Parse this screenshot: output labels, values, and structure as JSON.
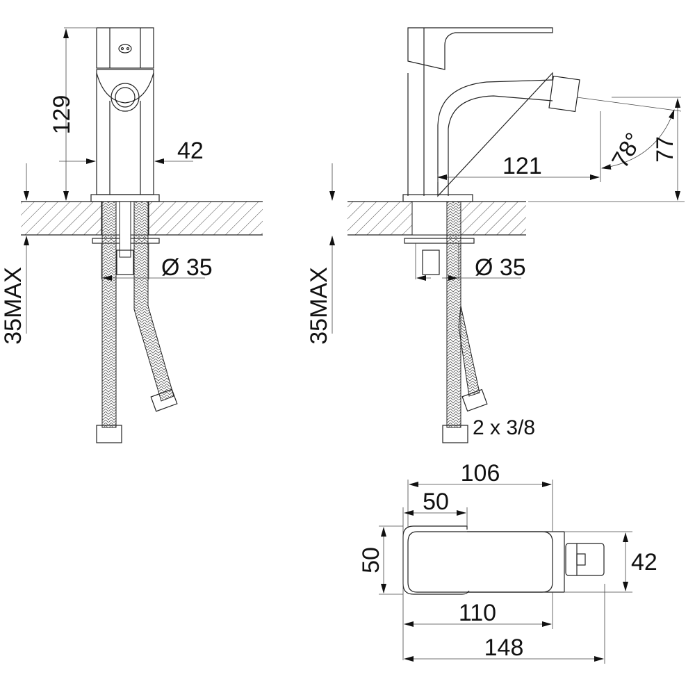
{
  "front_view": {
    "height_label": "129",
    "width_label": "42",
    "hole_label": "Ø 35",
    "max_thickness_label": "35MAX"
  },
  "side_view": {
    "reach_label": "121",
    "angle_label": "78°",
    "spout_height_label": "77",
    "hole_label": "Ø 35",
    "max_thickness_label": "35MAX",
    "connection_label": "2 x 3/8"
  },
  "top_view": {
    "handle_length_label": "106",
    "handle_width_label": "50",
    "depth_label": "50",
    "nozzle_height_label": "42",
    "body_length_label": "110",
    "total_length_label": "148"
  },
  "colors": {
    "line": "#222222",
    "background": "#ffffff"
  }
}
